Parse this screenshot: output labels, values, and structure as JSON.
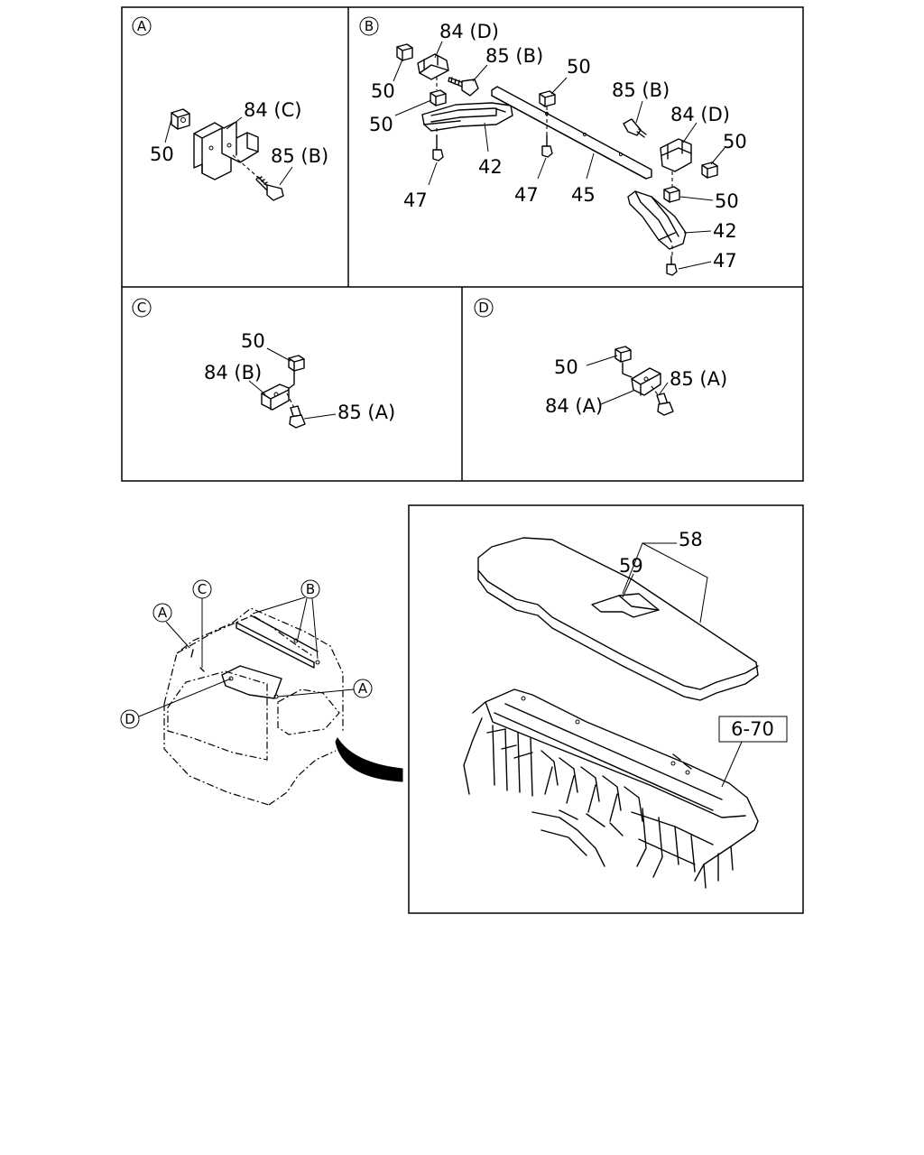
{
  "panels": {
    "a": {
      "marker": "A",
      "labels": {
        "clip": "50",
        "bracket": "84 (C)",
        "screw": "85 (B)"
      }
    },
    "b": {
      "marker": "B",
      "labels": {
        "bracket_left": "84 (D)",
        "screw_left": "85 (B)",
        "clip_top_left": "50",
        "clip_mid_left": "50",
        "clip_center": "50",
        "support_left": "42",
        "bolt_left": "47",
        "bolt_center": "47",
        "bar": "45",
        "screw_right": "85 (B)",
        "bracket_right": "84 (D)",
        "clip_right": "50",
        "clip_right_lower": "50",
        "support_right": "42",
        "bolt_right": "47"
      }
    },
    "c": {
      "marker": "C",
      "labels": {
        "clip": "50",
        "bracket": "84 (B)",
        "screw": "85 (A)"
      }
    },
    "d": {
      "marker": "D",
      "labels": {
        "clip": "50",
        "screw": "85 (A)",
        "bracket": "84 (A)"
      }
    }
  },
  "vehicle": {
    "markers": {
      "a_left": "A",
      "c": "C",
      "b": "B",
      "d": "D",
      "a_right": "A"
    }
  },
  "detail": {
    "labels": {
      "board": "58",
      "lid": "59",
      "ref": "6-70"
    }
  }
}
